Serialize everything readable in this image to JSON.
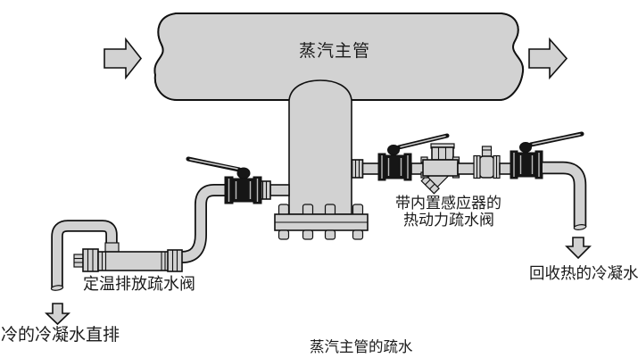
{
  "diagram": {
    "type": "steam-piping-schematic",
    "caption": "蒸汽主管的疏水",
    "labels": {
      "steam_main": "蒸汽主管",
      "thermostatic_discharge_trap": "定温排放疏水阀",
      "cold_condensate_direct_discharge": "冷的冷凝水直排",
      "thermodynamic_trap_line1": "带内置感应器的",
      "thermodynamic_trap_line2": "热动力疏水阀",
      "recovered_hot_condensate": "回收热的冷凝水"
    },
    "icons": {
      "flow_in_arrow": "right-block-arrow",
      "flow_out_arrow": "right-block-arrow",
      "cold_discharge_arrow": "down-block-arrow",
      "condensate_return_arrow": "down-block-arrow"
    },
    "components": [
      "steam-main-pipe",
      "drain-pocket",
      "bottom-blind-flange",
      "left-isolation-ball-valve",
      "thermostatic-discharge-trap",
      "right-upstream-ball-valve",
      "thermodynamic-steam-trap-with-sensor",
      "check-valve",
      "right-downstream-ball-valve"
    ],
    "colors": {
      "pipe_fill": "#d2d2d2",
      "outline": "#111111",
      "valve_dark": "#161616",
      "background": "#ffffff",
      "text": "#1a1a1a"
    }
  }
}
